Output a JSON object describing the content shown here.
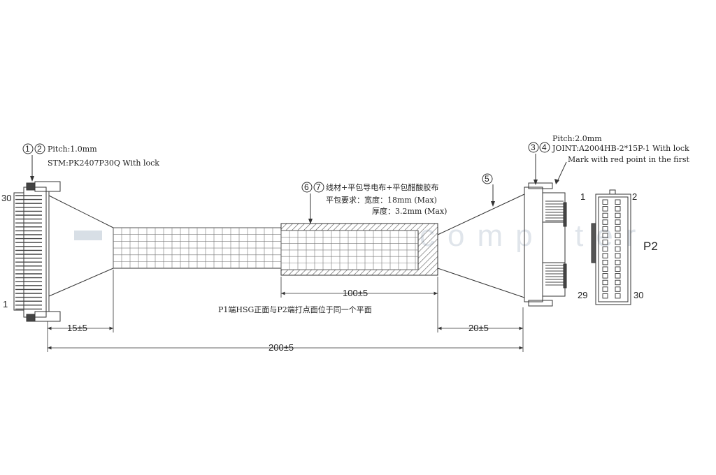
{
  "left_connector": {
    "callout_1": "1",
    "callout_2": "2",
    "pitch": "Pitch:1.0mm",
    "model": "STM:PK2407P30Q With lock",
    "pin_top": "30",
    "pin_bottom": "1"
  },
  "material": {
    "callout_6": "6",
    "callout_7": "7",
    "line1": "线材+平包导电布+平包醋酸胶布",
    "line2": "平包要求：宽度：18mm (Max)",
    "line3": "厚度：3.2mm (Max)"
  },
  "callout_5": "5",
  "right_connector": {
    "callout_3": "3",
    "callout_4": "4",
    "pitch": "Pitch:2.0mm",
    "joint": "JOINT:A2004HB-2*15P-1 With lock",
    "mark": "Mark with red point in the first"
  },
  "p2": {
    "label": "P2",
    "pin_1": "1",
    "pin_2": "2",
    "pin_29": "29",
    "pin_30": "30"
  },
  "note": "P1端HSG正面与P2端打点面位于同一个平面",
  "dimensions": {
    "d15": "15±5",
    "d100": "100±5",
    "d20": "20±5",
    "d200": "200±5"
  },
  "watermark": "computer",
  "colors": {
    "line": "#333333",
    "watermark": "#c8d2dc"
  }
}
